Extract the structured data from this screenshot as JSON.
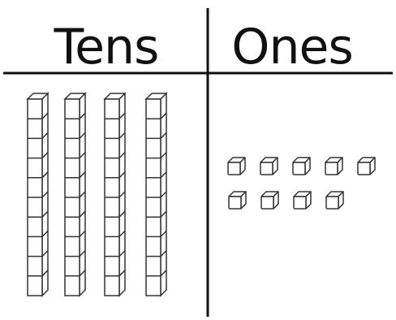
{
  "chart_type": "place-value-chart",
  "headers": {
    "tens": "Tens",
    "ones": "Ones"
  },
  "tens_rods": 4,
  "units_per_rod": 10,
  "ones_cubes": 9,
  "ones_layout_rows": [
    5,
    4
  ],
  "line_color": "#111111",
  "block_stroke_color": "#333333",
  "background_color": "#ffffff"
}
